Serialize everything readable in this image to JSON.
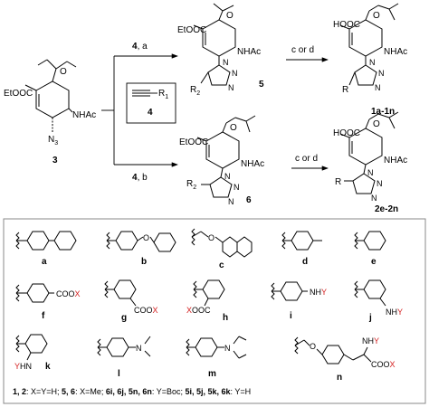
{
  "scheme": {
    "compound_3": {
      "label": "3",
      "ester": "EtOOC",
      "sub_o": "O",
      "amide": "NHAc",
      "azide": "N",
      "azide_sub": "3"
    },
    "compound_5": {
      "label": "5",
      "ester": "EtOOC",
      "sub_o": "O",
      "amide": "NHAc",
      "r_group": "R",
      "r_sub": "2"
    },
    "compound_6": {
      "label": "6",
      "ester": "EtOOC",
      "sub_o": "O",
      "amide": "NHAc",
      "r_group": "R",
      "r_sub": "2"
    },
    "compound_1": {
      "label": "1a-1n",
      "acid": "HOOC",
      "sub_o": "O",
      "amide": "NHAc",
      "r_group": "R"
    },
    "compound_2": {
      "label": "2e-2n",
      "acid": "HOOC",
      "sub_o": "O",
      "amide": "NHAc",
      "r_group": "R"
    },
    "triazole_n": "N",
    "reagent_box": {
      "label": "4",
      "r": "R",
      "r_sub": "1"
    },
    "arrow_top": {
      "num": "4",
      "cond": ", a"
    },
    "arrow_bottom": {
      "num": "4",
      "cond": ", b"
    },
    "arrow_right_top": "c or d",
    "arrow_right_bottom": "c or d"
  },
  "substituents": [
    {
      "letter": "a"
    },
    {
      "letter": "b",
      "atom": "O"
    },
    {
      "letter": "c",
      "atom": "O"
    },
    {
      "letter": "d"
    },
    {
      "letter": "e"
    },
    {
      "letter": "f",
      "group": "COOX"
    },
    {
      "letter": "g",
      "group": "COOX"
    },
    {
      "letter": "h",
      "group": "XOOC"
    },
    {
      "letter": "i",
      "group": "NHY"
    },
    {
      "letter": "j",
      "group": "NHY"
    },
    {
      "letter": "k",
      "group": "YHN"
    },
    {
      "letter": "l",
      "atom": "N"
    },
    {
      "letter": "m",
      "atom": "N"
    },
    {
      "letter": "n",
      "atom": "O",
      "nh": "NHY",
      "cooh": "COOX"
    }
  ],
  "footnote": {
    "part1": "1, 2",
    "part2": ": X=Y=H; ",
    "part3": "5, 6",
    "part4": ": X=Me; ",
    "part5": "6i, 6j, 5n, 6n",
    "part6": ": Y=Boc; ",
    "part7": "5i, 5j, 5k, 6k",
    "part8": ": Y=H"
  },
  "colors": {
    "highlight": "#d42020",
    "text": "#000000",
    "box_border": "#888888"
  }
}
